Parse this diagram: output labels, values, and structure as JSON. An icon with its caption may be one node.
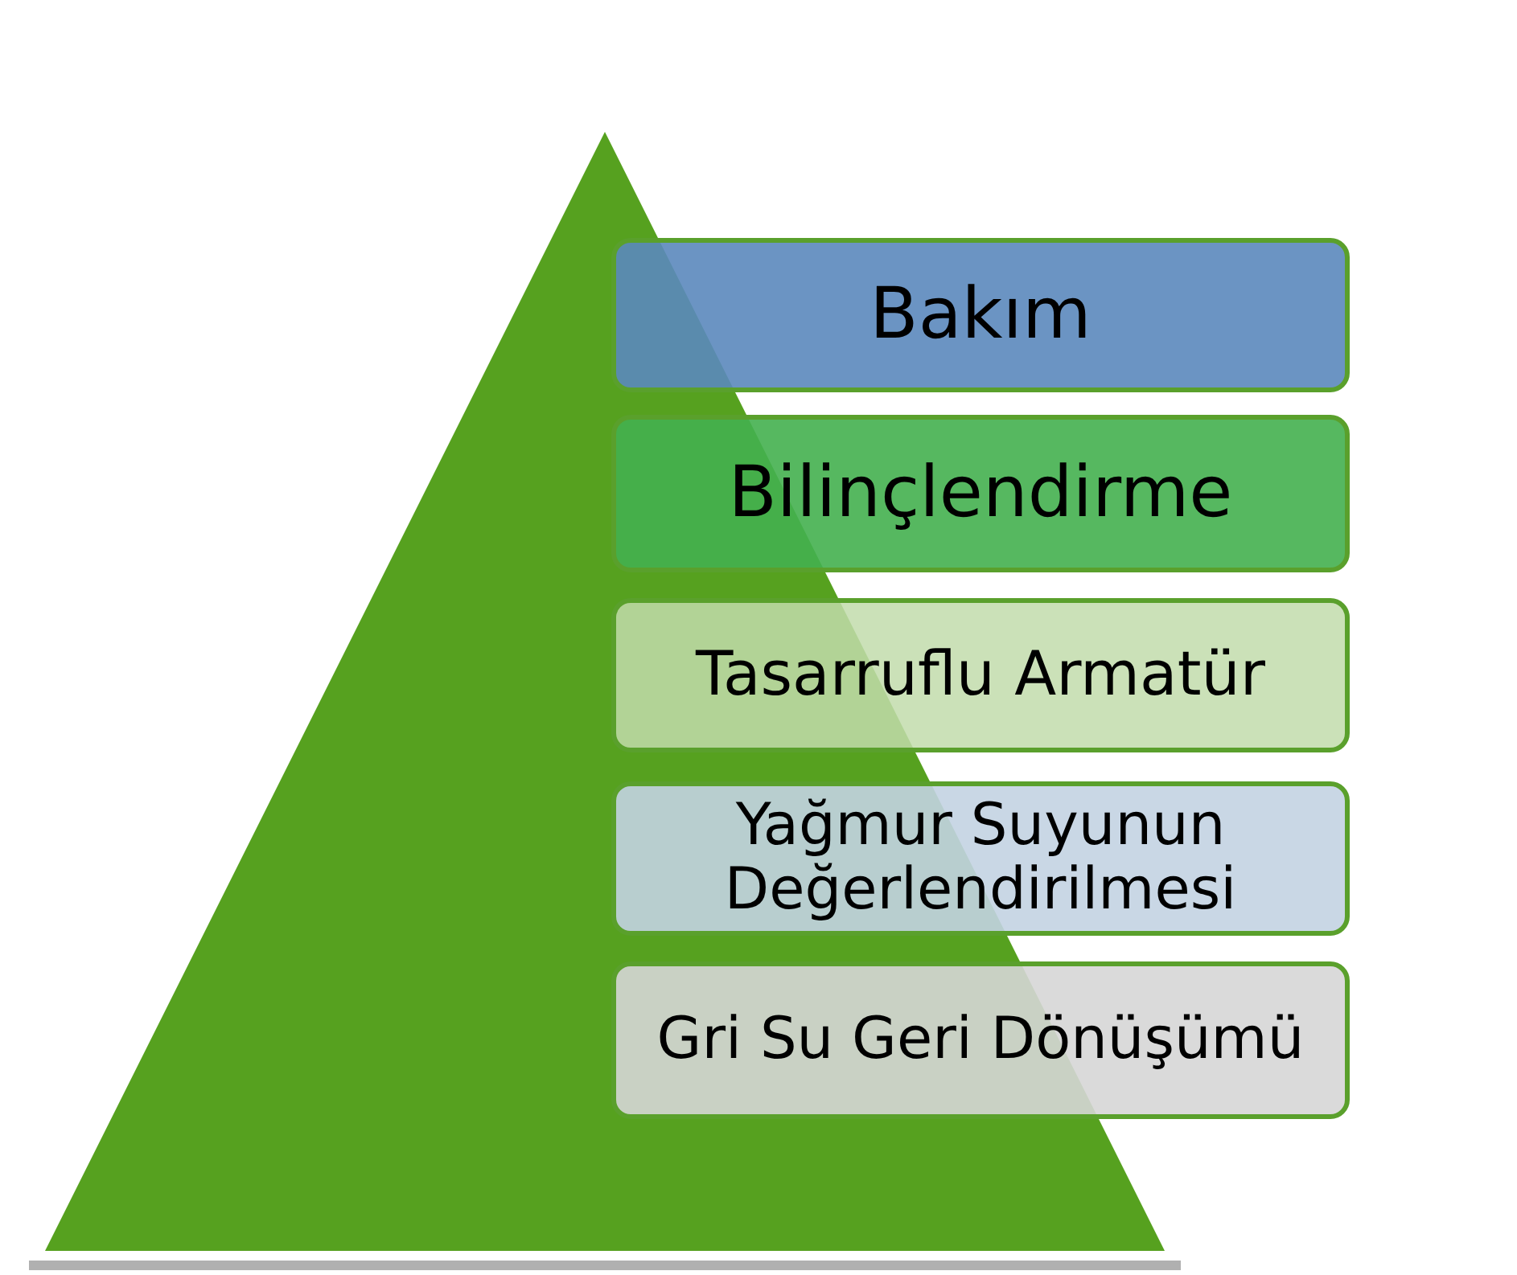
{
  "diagram": {
    "nodes": [
      {
        "text": [
          "Bakım"
        ]
      },
      {
        "text": [
          "Bilinçlendirme"
        ]
      },
      {
        "text": [
          "Tasarruflu Armatür"
        ]
      },
      {
        "text": [
          "Yağmur Suyunun Değerlendirilmesi"
        ]
      },
      {
        "text": [
          "Gri Su Geri Dönüşümü"
        ]
      }
    ]
  }
}
